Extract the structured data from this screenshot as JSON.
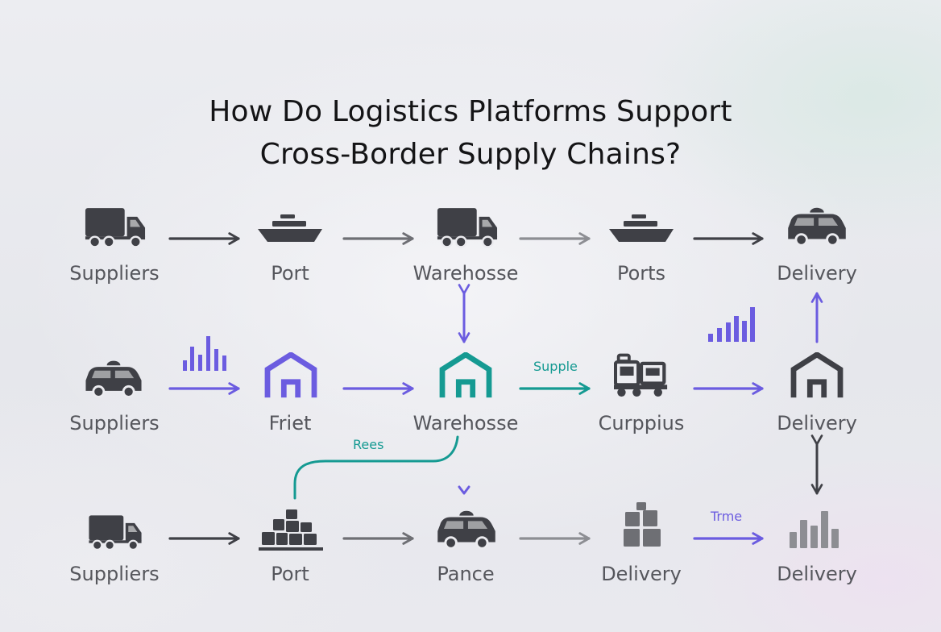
{
  "title": {
    "line1": "How Do Logistics Platforms Support",
    "line2": "Cross-Border Supply Chains?"
  },
  "colors": {
    "dark": "#3f4046",
    "gray": "#6e6f74",
    "light_gray": "#8d8e93",
    "purple": "#6b5ce0",
    "teal": "#159a92"
  },
  "nodes": [
    {
      "id": "r1c1",
      "label": "Suppliers",
      "icon": "truck-icon"
    },
    {
      "id": "r1c2",
      "label": "Port",
      "icon": "ship-icon"
    },
    {
      "id": "r1c3",
      "label": "Warehosse",
      "icon": "truck-icon"
    },
    {
      "id": "r1c4",
      "label": "Ports",
      "icon": "ship-icon"
    },
    {
      "id": "r1c5",
      "label": "Delivery",
      "icon": "van-icon"
    },
    {
      "id": "r2c1",
      "label": "Suppliers",
      "icon": "van-icon"
    },
    {
      "id": "r2c2",
      "label": "Friet",
      "icon": "warehouse-icon"
    },
    {
      "id": "r2c3",
      "label": "Warehosse",
      "icon": "warehouse-icon"
    },
    {
      "id": "r2c4",
      "label": "Curppius",
      "icon": "forklift-icon"
    },
    {
      "id": "r2c5",
      "label": "Delivery",
      "icon": "warehouse-icon"
    },
    {
      "id": "r3c1",
      "label": "Suppliers",
      "icon": "truck-icon"
    },
    {
      "id": "r3c2",
      "label": "Port",
      "icon": "boxes-icon"
    },
    {
      "id": "r3c3",
      "label": "Pance",
      "icon": "van-icon"
    },
    {
      "id": "r3c4",
      "label": "Delivery",
      "icon": "boxes-icon"
    },
    {
      "id": "r3c5",
      "label": "Delivery",
      "icon": "bar-chart-icon"
    }
  ],
  "edge_labels": {
    "supple": "Supple",
    "rees": "Rees",
    "trme": "Trme"
  }
}
